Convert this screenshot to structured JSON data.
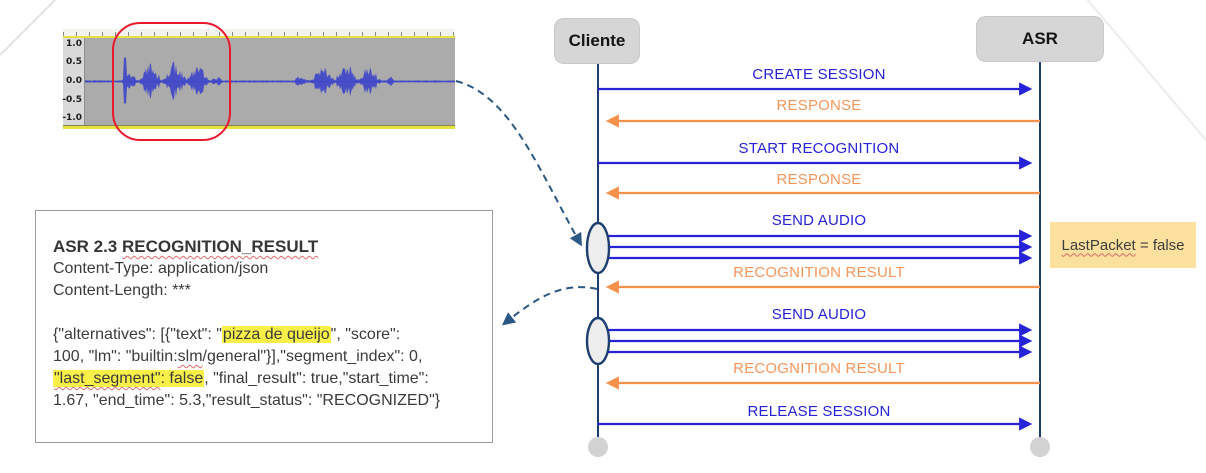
{
  "diagram": {
    "actors": [
      {
        "label": "Cliente"
      },
      {
        "label": "ASR"
      }
    ],
    "messages": [
      {
        "label": "CREATE SESSION",
        "direction": "right",
        "color": "blue"
      },
      {
        "label": "RESPONSE",
        "direction": "left",
        "color": "orange"
      },
      {
        "label": "START RECOGNITION",
        "direction": "right",
        "color": "blue"
      },
      {
        "label": "RESPONSE",
        "direction": "left",
        "color": "orange"
      },
      {
        "label": "SEND AUDIO",
        "direction": "right",
        "color": "blue",
        "arrows": 3
      },
      {
        "label": "RECOGNITION RESULT",
        "direction": "left",
        "color": "orange"
      },
      {
        "label": "SEND AUDIO",
        "direction": "right",
        "color": "blue",
        "arrows": 3
      },
      {
        "label": "RECOGNITION RESULT",
        "direction": "left",
        "color": "orange"
      },
      {
        "label": "RELEASE SESSION",
        "direction": "right",
        "color": "blue"
      }
    ],
    "annotation": {
      "key": "LastPacket",
      "rest": " = false"
    }
  },
  "note": {
    "heading_a": "ASR 2.3 ",
    "heading_b": "RECOGNITION_RESULT",
    "line_content_type": "Content-Type: application/json",
    "line_content_length": "Content-Length: ***",
    "body": {
      "l1a": "{\"alternatives\": [{\"text\": \"",
      "l1b": "pizza de queijo",
      "l1c": "\", \"score\":",
      "l2a": "100, \"lm\": \"builtin:",
      "l2b": "slm",
      "l2c": "/general\"}],\"segment_index\": 0,",
      "l3a1": "\"last_segment\"",
      "l3a2": ": false",
      "l3b": ", \"final_result\": true,\"start_time\":",
      "l4": "1.67, \"end_time\": 5.3,\"result_status\": \"RECOGNIZED\"}"
    }
  },
  "waveform": {
    "axis_labels": [
      "1.0",
      "0.5",
      "0.0",
      "-0.5",
      "-1.0"
    ],
    "bursts": [
      {
        "start": 0.1,
        "end": 0.37,
        "peak": 0.52,
        "spike": true
      },
      {
        "start": 0.565,
        "end": 0.835,
        "peak": 0.46,
        "spike": false
      }
    ]
  },
  "colors": {
    "message_blue": "#2522d8",
    "message_orange": "#f49659",
    "lifeline_navy": "#1d3e6e",
    "dashed_callout": "#2a5784",
    "highlight_yellow": "#f8f049",
    "annotation_bg": "#fbe09e",
    "waveform_blue": "#3f45c8",
    "selection_red": "#e8192c",
    "actor_box_gray": "#d6d6d6"
  }
}
